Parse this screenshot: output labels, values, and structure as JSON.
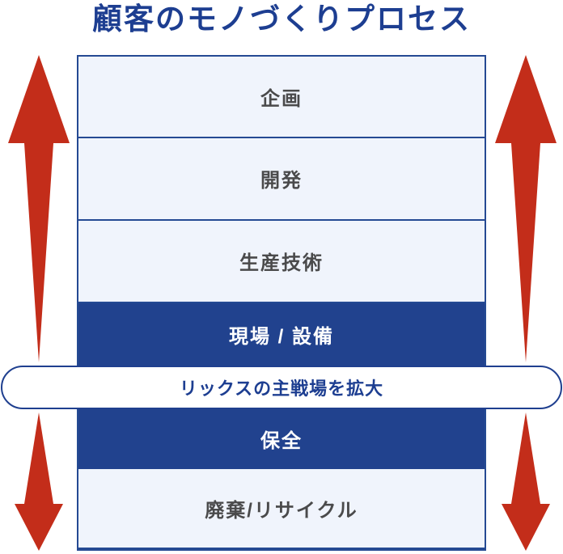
{
  "title": "顧客のモノづくりプロセス",
  "process_steps": [
    {
      "label": "企画",
      "emphasis": false
    },
    {
      "label": "開発",
      "emphasis": false
    },
    {
      "label": "生産技術",
      "emphasis": false
    },
    {
      "label": "現場 / 設備",
      "emphasis": true
    },
    {
      "label": "保全",
      "emphasis": true
    },
    {
      "label": "廃棄/リサイクル",
      "emphasis": false
    }
  ],
  "callout": {
    "label": "リックスの主戦場を拡大"
  },
  "colors": {
    "title_navy": "#1d3e91",
    "dark_box_blue": "#21428e",
    "light_box_fill": "#f0f4fc",
    "box_border_blue": "#254a93",
    "box_text_gray": "#4a4a4b",
    "arrow_red": "#c32d1a",
    "pill_border": "#1f3f8f"
  }
}
